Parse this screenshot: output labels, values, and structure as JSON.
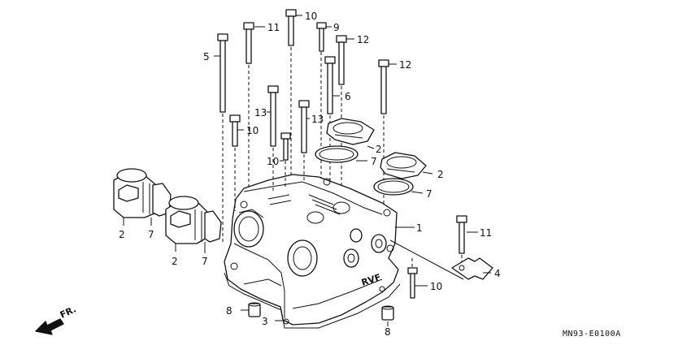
{
  "diagram": {
    "callouts": {
      "c1": "1",
      "c2a": "2",
      "c2b": "2",
      "c2c": "2",
      "c2d": "2",
      "c3": "3",
      "c4": "4",
      "c5": "5",
      "c6": "6",
      "c7a": "7",
      "c7b": "7",
      "c7c": "7",
      "c7d": "7",
      "c8a": "8",
      "c8b": "8",
      "c9": "9",
      "c10a": "10",
      "c10b": "10",
      "c10c": "10",
      "c10d": "10",
      "c11a": "11",
      "c11b": "11",
      "c12a": "12",
      "c12b": "12",
      "c13a": "13",
      "c13b": "13"
    },
    "direction_label": "FR.",
    "emboss": "RVF",
    "code": "MN93-E0100A"
  }
}
